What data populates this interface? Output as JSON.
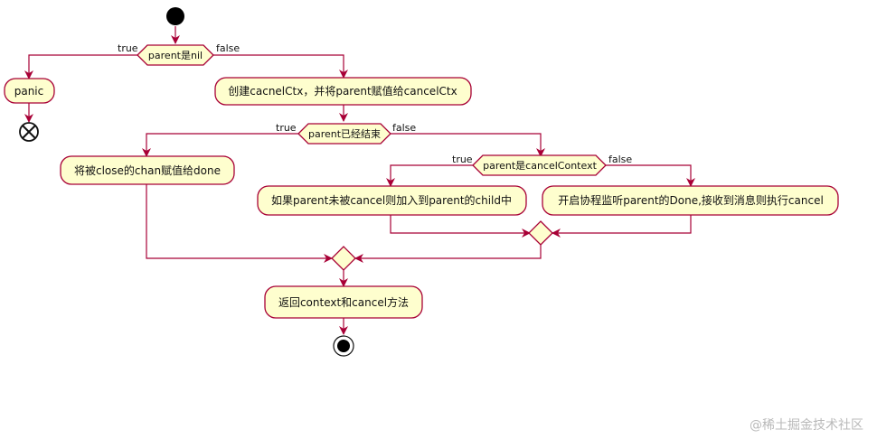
{
  "diagram": {
    "activities": {
      "panic": "panic",
      "create_cancel_ctx": "创建cacnelCtx，并将parent赋值给cancelCtx",
      "assign_close_chan": "将被close的chan赋值给done",
      "add_child": "如果parent未被cancel则加入到parent的child中",
      "start_goroutine": "开启协程监听parent的Done,接收到消息则执行cancel",
      "return_ctx": "返回context和cancel方法"
    },
    "conditions": {
      "parent_nil": "parent是nil",
      "parent_done": "parent已经结束",
      "parent_cancel_ctx": "parent是cancelContext"
    },
    "branches": {
      "true_label": "true",
      "false_label": "false"
    },
    "colors": {
      "stroke": "#a80036",
      "fill": "#fefece",
      "node": "#000000"
    }
  },
  "watermark": "@稀土掘金技术社区"
}
